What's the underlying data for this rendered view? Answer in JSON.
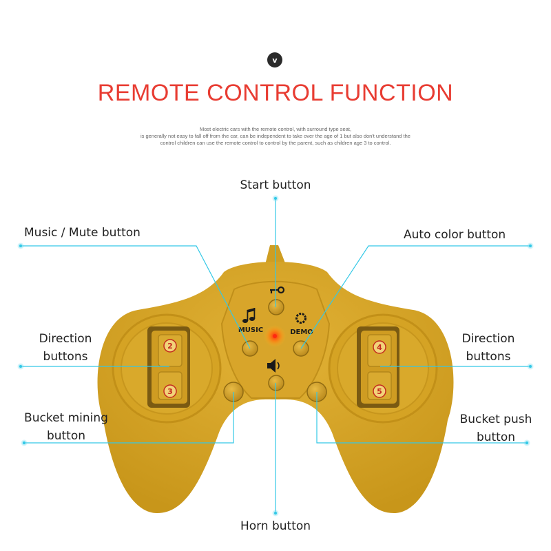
{
  "badge": "v",
  "title": "REMOTE CONTROL FUNCTION",
  "subtitle_lines": [
    "Most electric cars with the remote control, with surround type seat,",
    "is generally not easy to fall off from the car, can be independent to take over the age of 1 but also don't understand the",
    "control children can use the remote control to control by the parent, such as children age 3 to control."
  ],
  "labels": {
    "start": "Start button",
    "music": "Music / Mute button",
    "auto_color": "Auto color button",
    "direction_left": [
      "Direction",
      "buttons"
    ],
    "direction_right": [
      "Direction",
      "buttons"
    ],
    "bucket_mining": [
      "Bucket mining",
      "button"
    ],
    "bucket_push": [
      "Bucket push",
      "button"
    ],
    "horn": "Horn button"
  },
  "controller_marks": {
    "music_text": "MUSIC",
    "demo_text": "DEMO",
    "left_up": "2",
    "left_down": "3",
    "right_up": "4",
    "right_down": "5"
  },
  "colors": {
    "title": "#e83c32",
    "body": "#d4a220",
    "leader": "#33c8e6"
  }
}
